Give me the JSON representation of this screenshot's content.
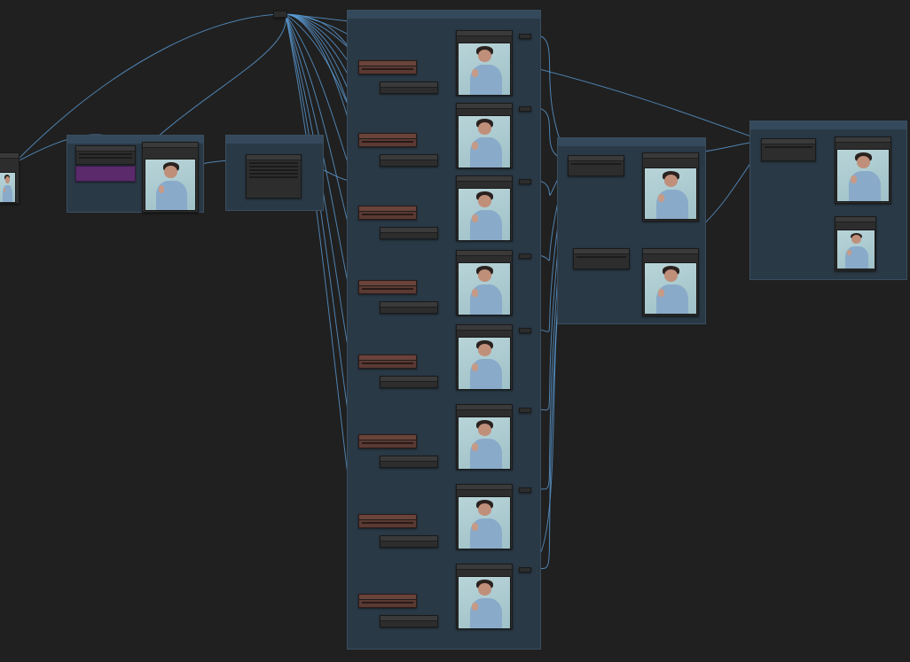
{
  "app": {
    "background": "#202020",
    "link_color": "#5b9bd5",
    "preview_subject": "woman-in-light-blue-blazer-portrait"
  },
  "groups": [
    {
      "id": "g-left",
      "title": ""
    },
    {
      "id": "g-mid",
      "title": ""
    },
    {
      "id": "g-main",
      "title": ""
    },
    {
      "id": "g-compare",
      "title": ""
    },
    {
      "id": "g-output",
      "title": ""
    }
  ],
  "stages": 8
}
